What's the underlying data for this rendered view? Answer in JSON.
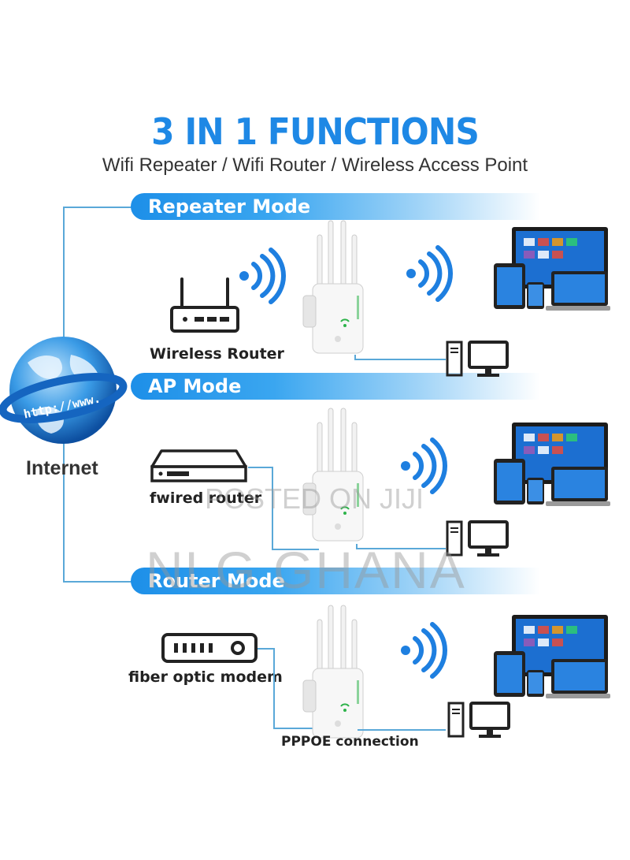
{
  "header": {
    "title": "3 IN 1 FUNCTIONS",
    "subtitle": "Wifi Repeater / Wifi Router / Wireless Access Point"
  },
  "globe": {
    "url_text": "http://www.",
    "label": "Internet"
  },
  "modes": [
    {
      "name": "Repeater Mode",
      "source_label": "Wireless Router"
    },
    {
      "name": "AP Mode",
      "source_label": "fwired router"
    },
    {
      "name": "Router Mode",
      "source_label": "fiber optic modem",
      "connection_label": "PPPOE connection"
    }
  ],
  "watermark": {
    "line1": "POSTED ON JIJI",
    "line2": "NLG GHANA"
  },
  "colors": {
    "accent": "#1e88e5",
    "wave": "#1e7fe0",
    "line": "#5aa8d8"
  }
}
